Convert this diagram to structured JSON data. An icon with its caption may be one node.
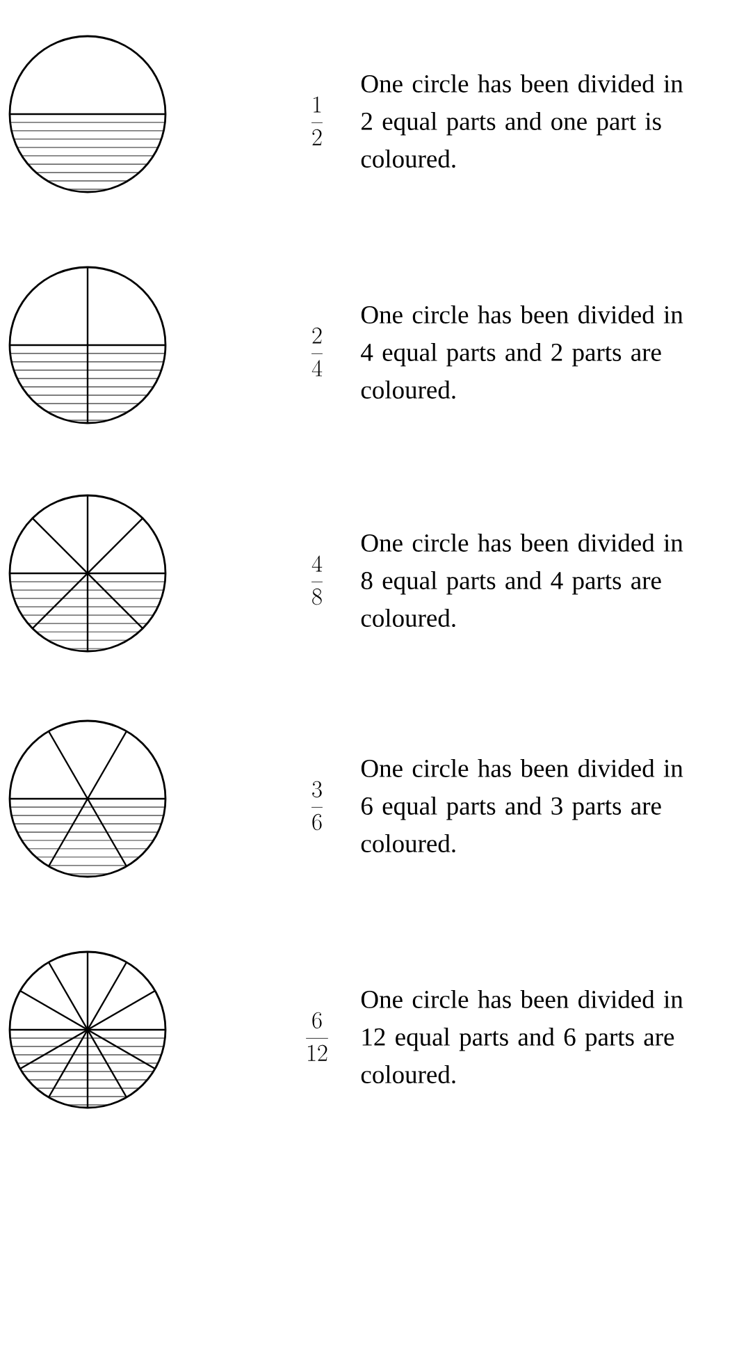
{
  "diagram": {
    "nodes": [
      {
        "text": [],
        "shape": "circle"
      },
      {
        "text": [],
        "shape": "circle"
      },
      {
        "text": [],
        "shape": "circle"
      },
      {
        "text": [],
        "shape": "circle"
      },
      {
        "text": [],
        "shape": "circle"
      }
    ],
    "labels": [
      "\\frac{1}{2}",
      "One circle has been divided in 2 equal parts and one part is coloured.",
      "\\frac{2}{4}",
      "One circle has been divided in 4 equal parts and 2 parts are coloured.",
      "\\frac{4}{8}",
      "One circle has been divided in 8 equal parts and 4 parts are coloured.",
      "\\frac{3}{6}",
      "One circle has been divided in 6 equal parts and 3 parts are coloured.",
      "\\frac{6}{12}",
      "One circle has been divided in 12 equal parts and 6 parts are coloured."
    ]
  }
}
